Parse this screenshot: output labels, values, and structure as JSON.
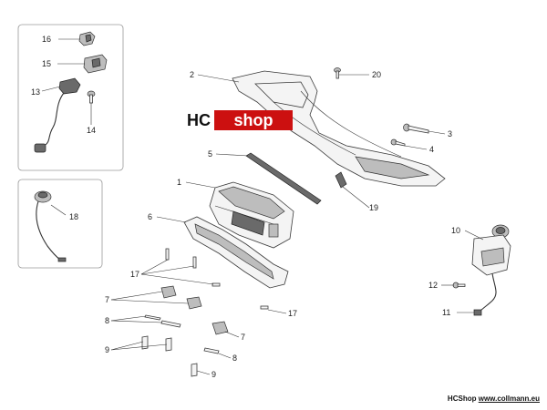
{
  "badge": {
    "hc": "HC",
    "shop": "shop"
  },
  "footer": {
    "brand": "HCShop",
    "site": "www.collmann.eu"
  },
  "callouts": {
    "c1": "1",
    "c2": "2",
    "c3": "3",
    "c4": "4",
    "c5": "5",
    "c6": "6",
    "c7a": "7",
    "c7b": "7",
    "c8a": "8",
    "c8b": "8",
    "c9a": "9",
    "c9b": "9",
    "c10": "10",
    "c11": "11",
    "c12": "12",
    "c13": "13",
    "c14": "14",
    "c15": "15",
    "c16": "16",
    "c17a": "17",
    "c17b": "17",
    "c18": "18",
    "c19": "19",
    "c20": "20"
  }
}
